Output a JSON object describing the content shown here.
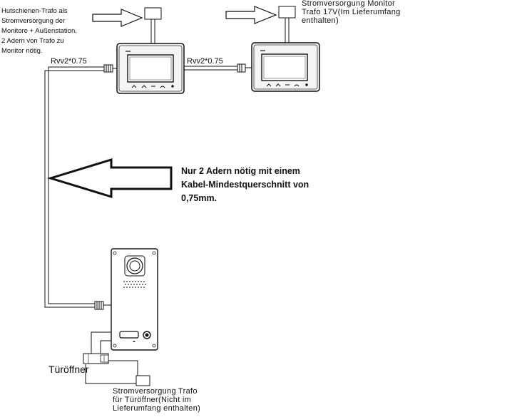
{
  "notes": {
    "hutschienen": [
      "Hutschienen-Trafo als",
      "Stromversorgung der",
      "Monitore + Außenstation.",
      "2 Adern von Trafo zu",
      "Monitor nötig."
    ],
    "monitor_power": [
      "Stromversorgung Monitor",
      "Trafo 17V(Im Lieferumfang",
      "enthalten)"
    ],
    "cable_note": [
      "Nur 2 Adern nötig mit einem",
      "Kabel-Mindestquerschnitt von",
      "0,75mm."
    ],
    "door_power": [
      "Stromversorgung Trafo",
      "für Türöffner(Nicht im",
      "Lieferumfang enthalten)"
    ]
  },
  "cables": {
    "left": "Rvv2*0.75",
    "middle": "Rvv2*0.75"
  },
  "door_opener_label": "Türöffner"
}
